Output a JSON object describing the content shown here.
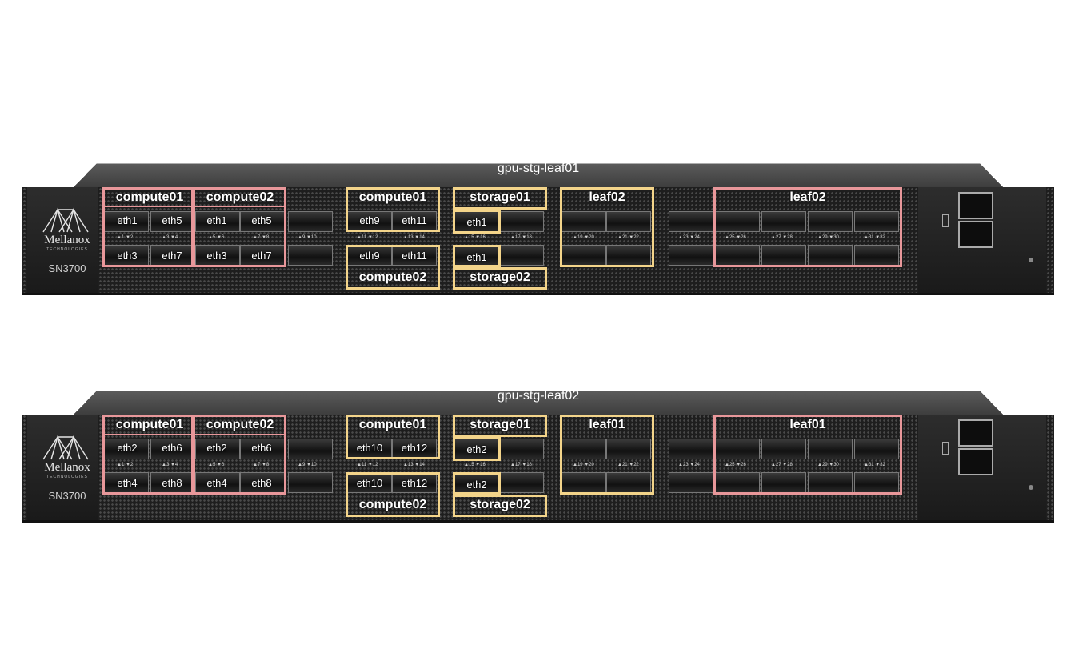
{
  "switches": [
    {
      "hostname": "gpu-stg-leaf01",
      "brand": "Mellanox",
      "brand_sub": "TECHNOLOGIES",
      "model": "SN3700",
      "groups": {
        "compute01_left": "compute01",
        "compute02_left": "compute02",
        "compute01_mid": "compute01",
        "compute02_mid": "compute02",
        "storage01": "storage01",
        "storage02": "storage02",
        "leaf_mid": "leaf02",
        "leaf_right": "leaf02"
      },
      "ports": {
        "p1": "eth1",
        "p3": "eth5",
        "p2": "eth3",
        "p4": "eth7",
        "p5": "eth1",
        "p7": "eth5",
        "p6": "eth3",
        "p8": "eth7",
        "p11": "eth9",
        "p13": "eth11",
        "p12": "eth9",
        "p14": "eth11",
        "p15": "eth1",
        "p16": "eth1"
      }
    },
    {
      "hostname": "gpu-stg-leaf02",
      "brand": "Mellanox",
      "brand_sub": "TECHNOLOGIES",
      "model": "SN3700",
      "groups": {
        "compute01_left": "compute01",
        "compute02_left": "compute02",
        "compute01_mid": "compute01",
        "compute02_mid": "compute02",
        "storage01": "storage01",
        "storage02": "storage02",
        "leaf_mid": "leaf01",
        "leaf_right": "leaf01"
      },
      "ports": {
        "p1": "eth2",
        "p3": "eth6",
        "p2": "eth4",
        "p4": "eth8",
        "p5": "eth2",
        "p7": "eth6",
        "p6": "eth4",
        "p8": "eth8",
        "p11": "eth10",
        "p13": "eth12",
        "p12": "eth10",
        "p14": "eth12",
        "p15": "eth2",
        "p16": "eth2"
      }
    }
  ],
  "port_numbers": [
    "▲1 ▼2",
    "▲3 ▼4",
    "▲5 ▼6",
    "▲7 ▼8",
    "▲9 ▼10",
    "▲11 ▼12",
    "▲13 ▼14",
    "▲15 ▼16",
    "▲17 ▼18",
    "▲19 ▼20",
    "▲21 ▼22",
    "▲23 ▼24",
    "▲25 ▼26",
    "▲27 ▼28",
    "▲29 ▼30",
    "▲31 ▼32"
  ],
  "colors": {
    "host_box": "#e8979a",
    "storage_compute_box": "#f3d48a"
  }
}
